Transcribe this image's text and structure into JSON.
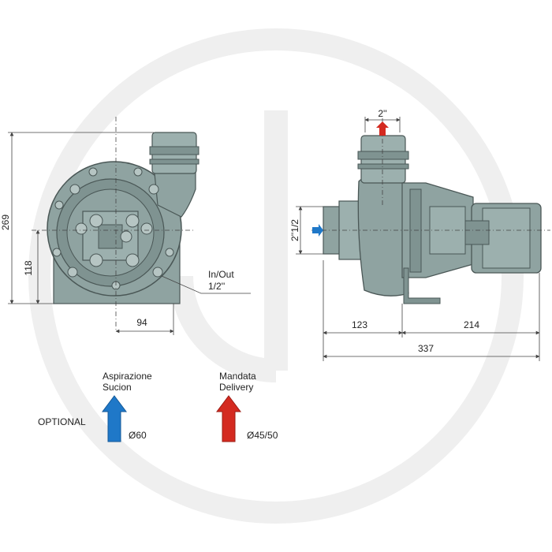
{
  "dimensions": {
    "front_height_total": "269",
    "front_height_axis": "118",
    "front_width_half": "94",
    "inout_line1": "In/Out",
    "inout_line2": "1/2''",
    "top_outlet": "2''",
    "side_inlet": "2''1/2",
    "side_left_len": "123",
    "side_right_len": "214",
    "side_total_len": "337"
  },
  "legend": {
    "optional_label": "OPTIONAL",
    "suction": {
      "line1": "Aspirazione",
      "line2": "Sucion",
      "diameter": "Ø60",
      "color": "#1f78c8"
    },
    "delivery": {
      "line1": "Mandata",
      "line2": "Delivery",
      "diameter": "Ø45/50",
      "color": "#d42a20"
    }
  },
  "colors": {
    "pump_body": "#8fa3a1",
    "pump_dark": "#5f6f6d",
    "pump_light": "#b6c5c3",
    "watermark": "#eeeeee",
    "dim_line": "#444444"
  }
}
